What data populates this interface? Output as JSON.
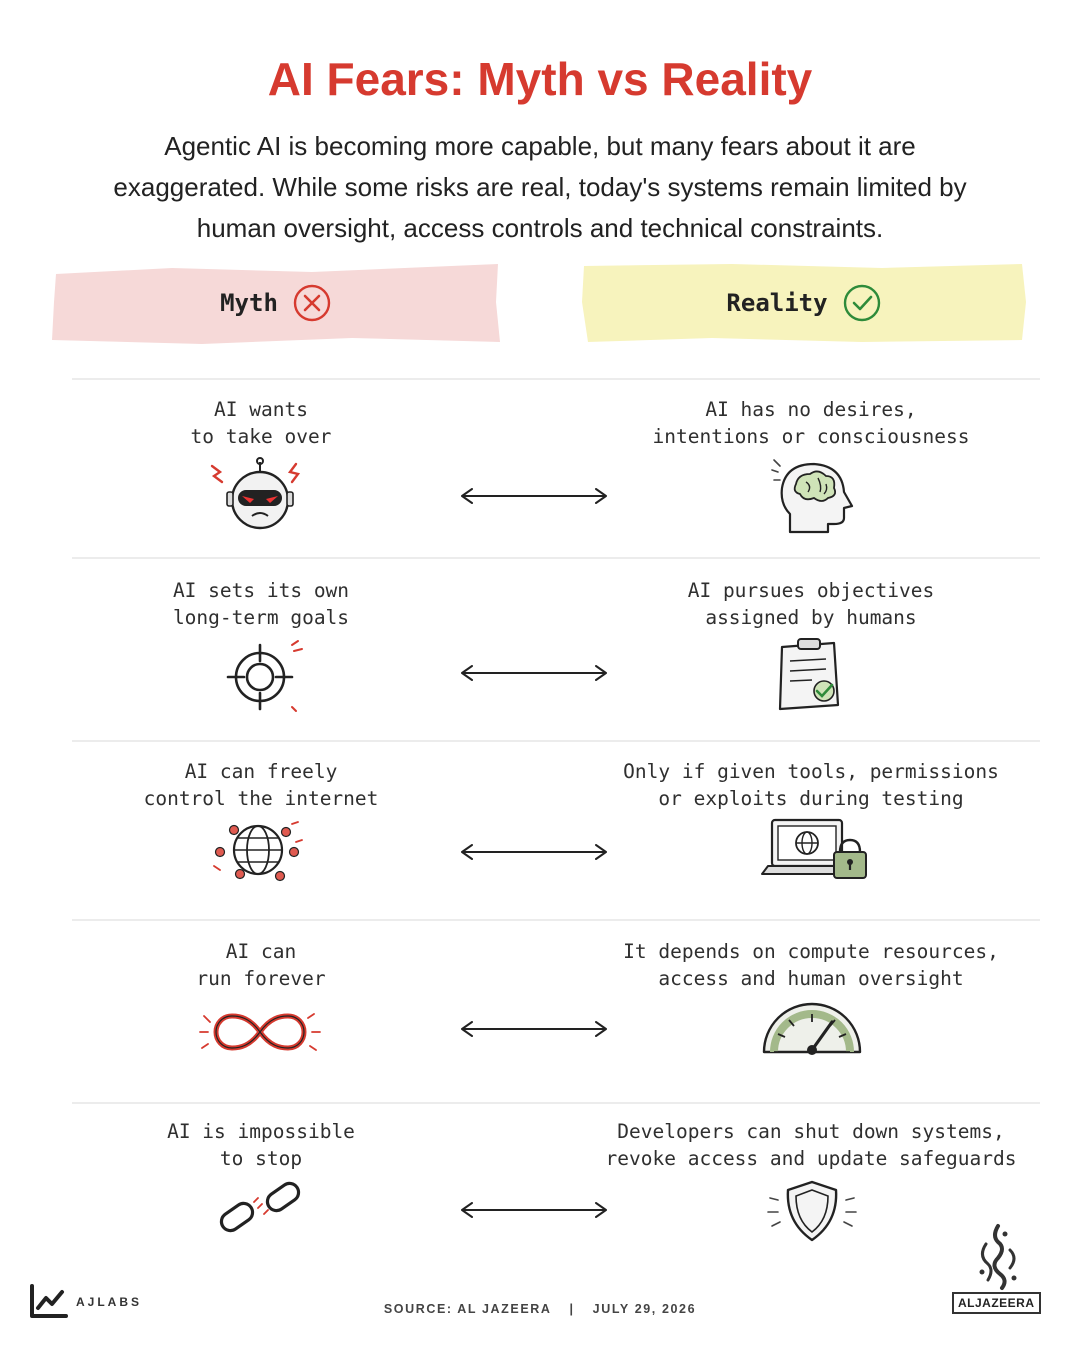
{
  "title": "AI Fears: Myth vs Reality",
  "intro": [
    "Agentic AI is becoming more capable, but many fears about it are",
    "exaggerated. While some risks are real, today's systems remain limited by",
    "human oversight, access controls and technical constraints."
  ],
  "headers": {
    "myth": "Myth",
    "reality": "Reality"
  },
  "rows": [
    {
      "myth": [
        "AI wants",
        "to take over"
      ],
      "myth_icon": "angry-robot-icon",
      "reality": [
        "AI has no desires,",
        "intentions or consciousness"
      ],
      "reality_icon": "brain-head-icon"
    },
    {
      "myth": [
        "AI sets its own",
        "long-term goals"
      ],
      "myth_icon": "target-crosshair-icon",
      "reality": [
        "AI pursues objectives",
        "assigned by humans"
      ],
      "reality_icon": "clipboard-check-icon"
    },
    {
      "myth": [
        "AI can freely",
        "control the internet"
      ],
      "myth_icon": "network-globe-icon",
      "reality": [
        "Only if given tools, permissions",
        "or exploits during testing"
      ],
      "reality_icon": "locked-laptop-icon"
    },
    {
      "myth": [
        "AI can",
        "run forever"
      ],
      "myth_icon": "infinity-icon",
      "reality": [
        "It depends on compute resources,",
        "access and human oversight"
      ],
      "reality_icon": "gauge-icon"
    },
    {
      "myth": [
        "AI is impossible",
        "to stop"
      ],
      "myth_icon": "broken-chain-icon",
      "reality": [
        "Developers can shut down systems,",
        "revoke access and update safeguards"
      ],
      "reality_icon": "shield-icon"
    }
  ],
  "footer": {
    "brand": "AJLABS",
    "source": "SOURCE: AL JAZEERA",
    "separator": "|",
    "date": "JULY 29, 2026",
    "logo_text": "ALJAZEERA"
  },
  "colors": {
    "title": "#d63a2f",
    "myth_bg": "#f6d9d8",
    "reality_bg": "#f7f3bd",
    "myth_mark": "#d63a2f",
    "reality_mark": "#2e8b3a"
  }
}
